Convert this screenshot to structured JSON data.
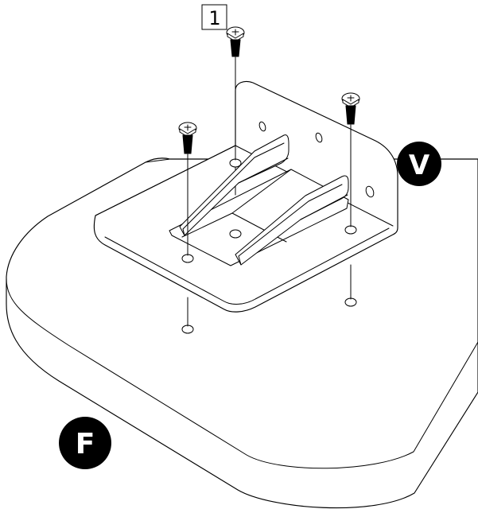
{
  "diagram": {
    "step_number": "1",
    "labels": {
      "bracket": "V",
      "base": "F"
    },
    "colors": {
      "line": "#000000",
      "background": "#ffffff",
      "callout_fill": "#000000",
      "callout_text": "#ffffff"
    }
  }
}
